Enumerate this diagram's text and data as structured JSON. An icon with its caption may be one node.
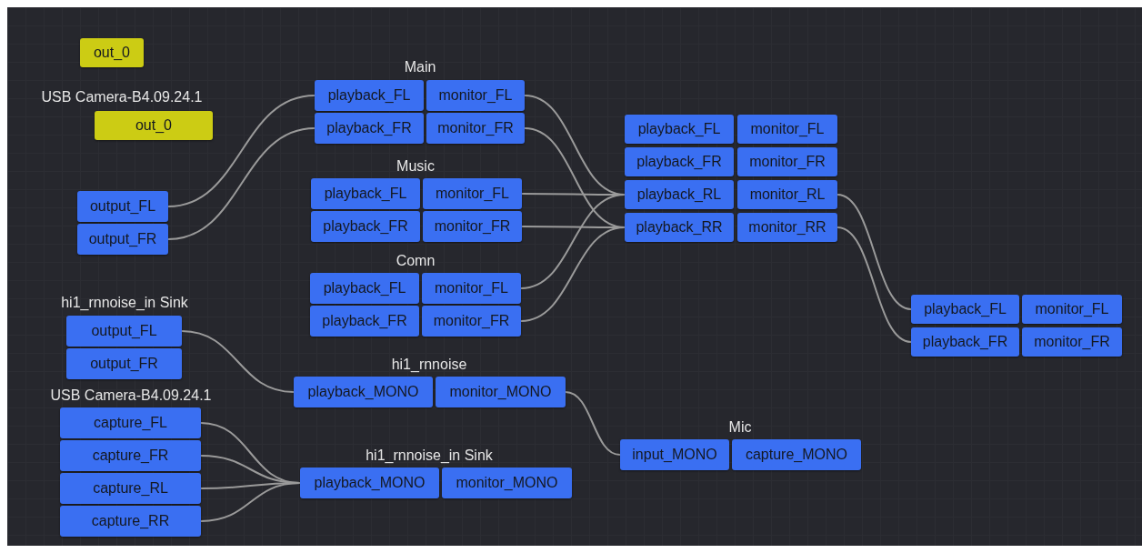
{
  "diagram": {
    "nodes": [
      {
        "text": [
          "out_0"
        ]
      },
      {
        "text": [
          "out_0"
        ]
      },
      {
        "text": [
          "output_FL"
        ]
      },
      {
        "text": [
          "output_FR"
        ]
      },
      {
        "text": [
          "playback_FL"
        ]
      },
      {
        "text": [
          "monitor_FL"
        ]
      },
      {
        "text": [
          "playback_FR"
        ]
      },
      {
        "text": [
          "monitor_FR"
        ]
      },
      {
        "text": [
          "playback_FL"
        ]
      },
      {
        "text": [
          "monitor_FL"
        ]
      },
      {
        "text": [
          "playback_FR"
        ]
      },
      {
        "text": [
          "monitor_FR"
        ]
      },
      {
        "text": [
          "playback_FL"
        ]
      },
      {
        "text": [
          "monitor_FL"
        ]
      },
      {
        "text": [
          "playback_FR"
        ]
      },
      {
        "text": [
          "monitor_FR"
        ]
      },
      {
        "text": [
          "playback_FL"
        ]
      },
      {
        "text": [
          "monitor_FL"
        ]
      },
      {
        "text": [
          "playback_FR"
        ]
      },
      {
        "text": [
          "monitor_FR"
        ]
      },
      {
        "text": [
          "playback_RL"
        ]
      },
      {
        "text": [
          "monitor_RL"
        ]
      },
      {
        "text": [
          "playback_RR"
        ]
      },
      {
        "text": [
          "monitor_RR"
        ]
      },
      {
        "text": [
          "playback_FL"
        ]
      },
      {
        "text": [
          "monitor_FL"
        ]
      },
      {
        "text": [
          "playback_FR"
        ]
      },
      {
        "text": [
          "monitor_FR"
        ]
      },
      {
        "text": [
          "output_FL"
        ]
      },
      {
        "text": [
          "output_FR"
        ]
      },
      {
        "text": [
          "playback_MONO"
        ]
      },
      {
        "text": [
          "monitor_MONO"
        ]
      },
      {
        "text": [
          "capture_FL"
        ]
      },
      {
        "text": [
          "capture_FR"
        ]
      },
      {
        "text": [
          "capture_RL"
        ]
      },
      {
        "text": [
          "capture_RR"
        ]
      },
      {
        "text": [
          "playback_MONO"
        ]
      },
      {
        "text": [
          "monitor_MONO"
        ]
      },
      {
        "text": [
          "input_MONO"
        ]
      },
      {
        "text": [
          "capture_MONO"
        ]
      }
    ],
    "edges": [
      {
        "from": 2,
        "to": 4,
        "arrow": "none"
      },
      {
        "from": 3,
        "to": 6,
        "arrow": "none"
      },
      {
        "from": 5,
        "to": 20,
        "arrow": "none"
      },
      {
        "from": 7,
        "to": 22,
        "arrow": "none"
      },
      {
        "from": 9,
        "to": 20,
        "arrow": "none"
      },
      {
        "from": 11,
        "to": 22,
        "arrow": "none"
      },
      {
        "from": 13,
        "to": 20,
        "arrow": "none"
      },
      {
        "from": 15,
        "to": 22,
        "arrow": "none"
      },
      {
        "from": 21,
        "to": 24,
        "arrow": "none"
      },
      {
        "from": 23,
        "to": 26,
        "arrow": "none"
      },
      {
        "from": 28,
        "to": 30,
        "arrow": "none"
      },
      {
        "from": 31,
        "to": 38,
        "arrow": "none"
      },
      {
        "from": 32,
        "to": 36,
        "arrow": "none"
      },
      {
        "from": 33,
        "to": 36,
        "arrow": "none"
      },
      {
        "from": 34,
        "to": 36,
        "arrow": "none"
      },
      {
        "from": 35,
        "to": 36,
        "arrow": "none"
      }
    ],
    "labels": [
      "Main",
      "USB Camera-B4.09.24.1",
      "Music",
      "Comn",
      "hi1_rnnoise_in Sink",
      "hi1_rnnoise",
      "USB Camera-B4.09.24.1",
      "hi1_rnnoise_in Sink",
      "Mic"
    ]
  }
}
